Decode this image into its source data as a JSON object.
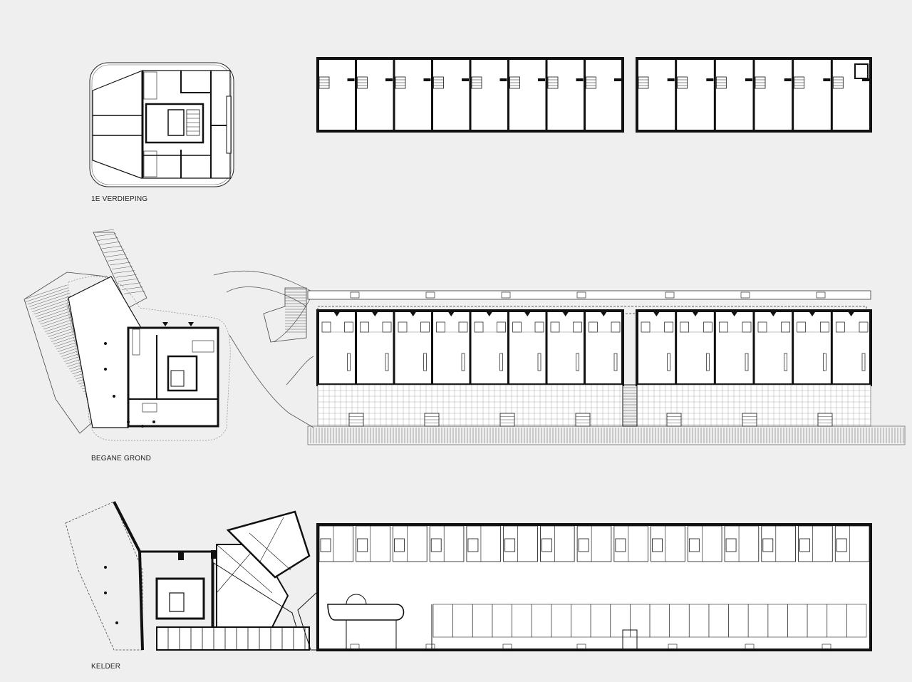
{
  "drawing": {
    "line_color": "#111111",
    "background_color": "#efefef",
    "fill_color": "#ffffff"
  },
  "floors": [
    {
      "id": "first-floor",
      "label": "1E VERDIEPING",
      "row_a_units": 8,
      "row_b_units": 6
    },
    {
      "id": "ground-floor",
      "label": "BEGANE GROND",
      "row_a_units": 8,
      "row_b_units": 6
    },
    {
      "id": "basement",
      "label": "KELDER",
      "storage_units": 15,
      "parking_bays": 22
    }
  ]
}
